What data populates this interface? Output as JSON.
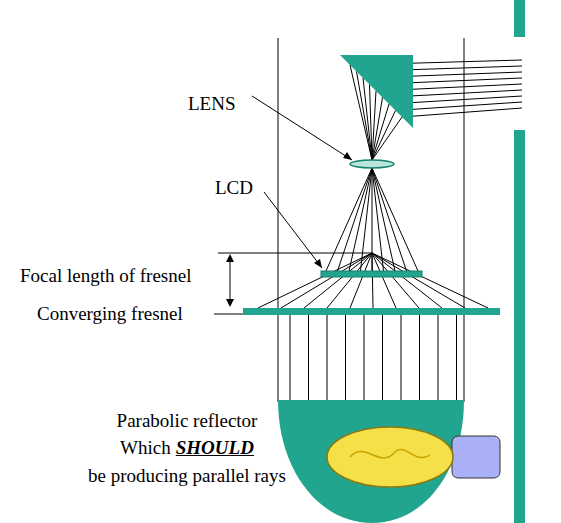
{
  "diagram": {
    "labels": [
      "LENS",
      "LCD",
      "Focal length of fresnel",
      "Converging fresnel",
      "Parabolic reflector",
      "Which",
      "SHOULD",
      "be producing parallel rays"
    ]
  }
}
